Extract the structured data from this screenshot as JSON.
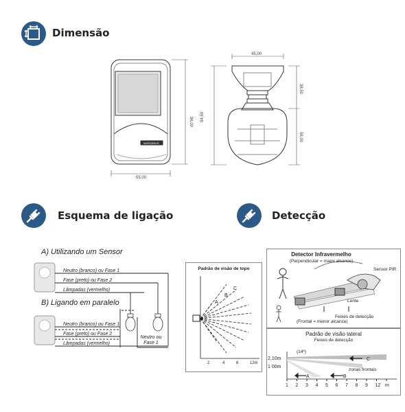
{
  "sections": {
    "dimensions": {
      "title": "Dimensão",
      "icon": "resize-icon"
    },
    "wiring": {
      "title": "Esquema de ligação",
      "icon": "plug-icon"
    },
    "detection": {
      "title": "Detecção",
      "icon": "plug-icon"
    }
  },
  "dimensions": {
    "front_width": "55,00",
    "front_height": "96,00",
    "side_top_width": "45,00",
    "side_total_height": "94,50",
    "side_upper_height": "38,50",
    "side_lower_height": "56,00",
    "brand": "MARGIRIUS"
  },
  "wiring": {
    "a_title": "A) Utilizando um Sensor",
    "b_title": "B) Ligando em paralelo",
    "neutral_label": "Neutro (branco) ou Fase 1",
    "phase_label": "Fase (preto) ou Fase 2",
    "lamps_label": "Lâmpadas (vermelho)",
    "junction_label": "Neutro ou Fase 1"
  },
  "topview": {
    "title": "Padrão de visão de topo",
    "zones": [
      "A",
      "B",
      "C"
    ],
    "ticks": [
      "2",
      "4",
      "6",
      "12m"
    ]
  },
  "pir": {
    "title": "Detector Infravermelho",
    "subtitle": "(Perpendicular = maior alcance)",
    "sensor_label": "Sensor PIR",
    "lens_label": "Lente",
    "beams_label": "Feixes de detecção",
    "frontal_label": "(Frontal = menor alcance)"
  },
  "lateral": {
    "title": "Padrão de visão lateral",
    "subtitle": "Feixes de detecção",
    "height_high": "2,10m",
    "height_low": "1 00m",
    "angle": "(14º)",
    "zones_label": "zonas frontais",
    "zones": [
      "A",
      "B",
      "C"
    ],
    "ticks": [
      "1",
      "2",
      "3",
      "4",
      "5",
      "6",
      "7",
      "8",
      "9",
      "12",
      "m"
    ]
  },
  "colors": {
    "icon_bg": "#2c5a88",
    "ink": "#1c1c1c",
    "gray_line": "#999999"
  }
}
